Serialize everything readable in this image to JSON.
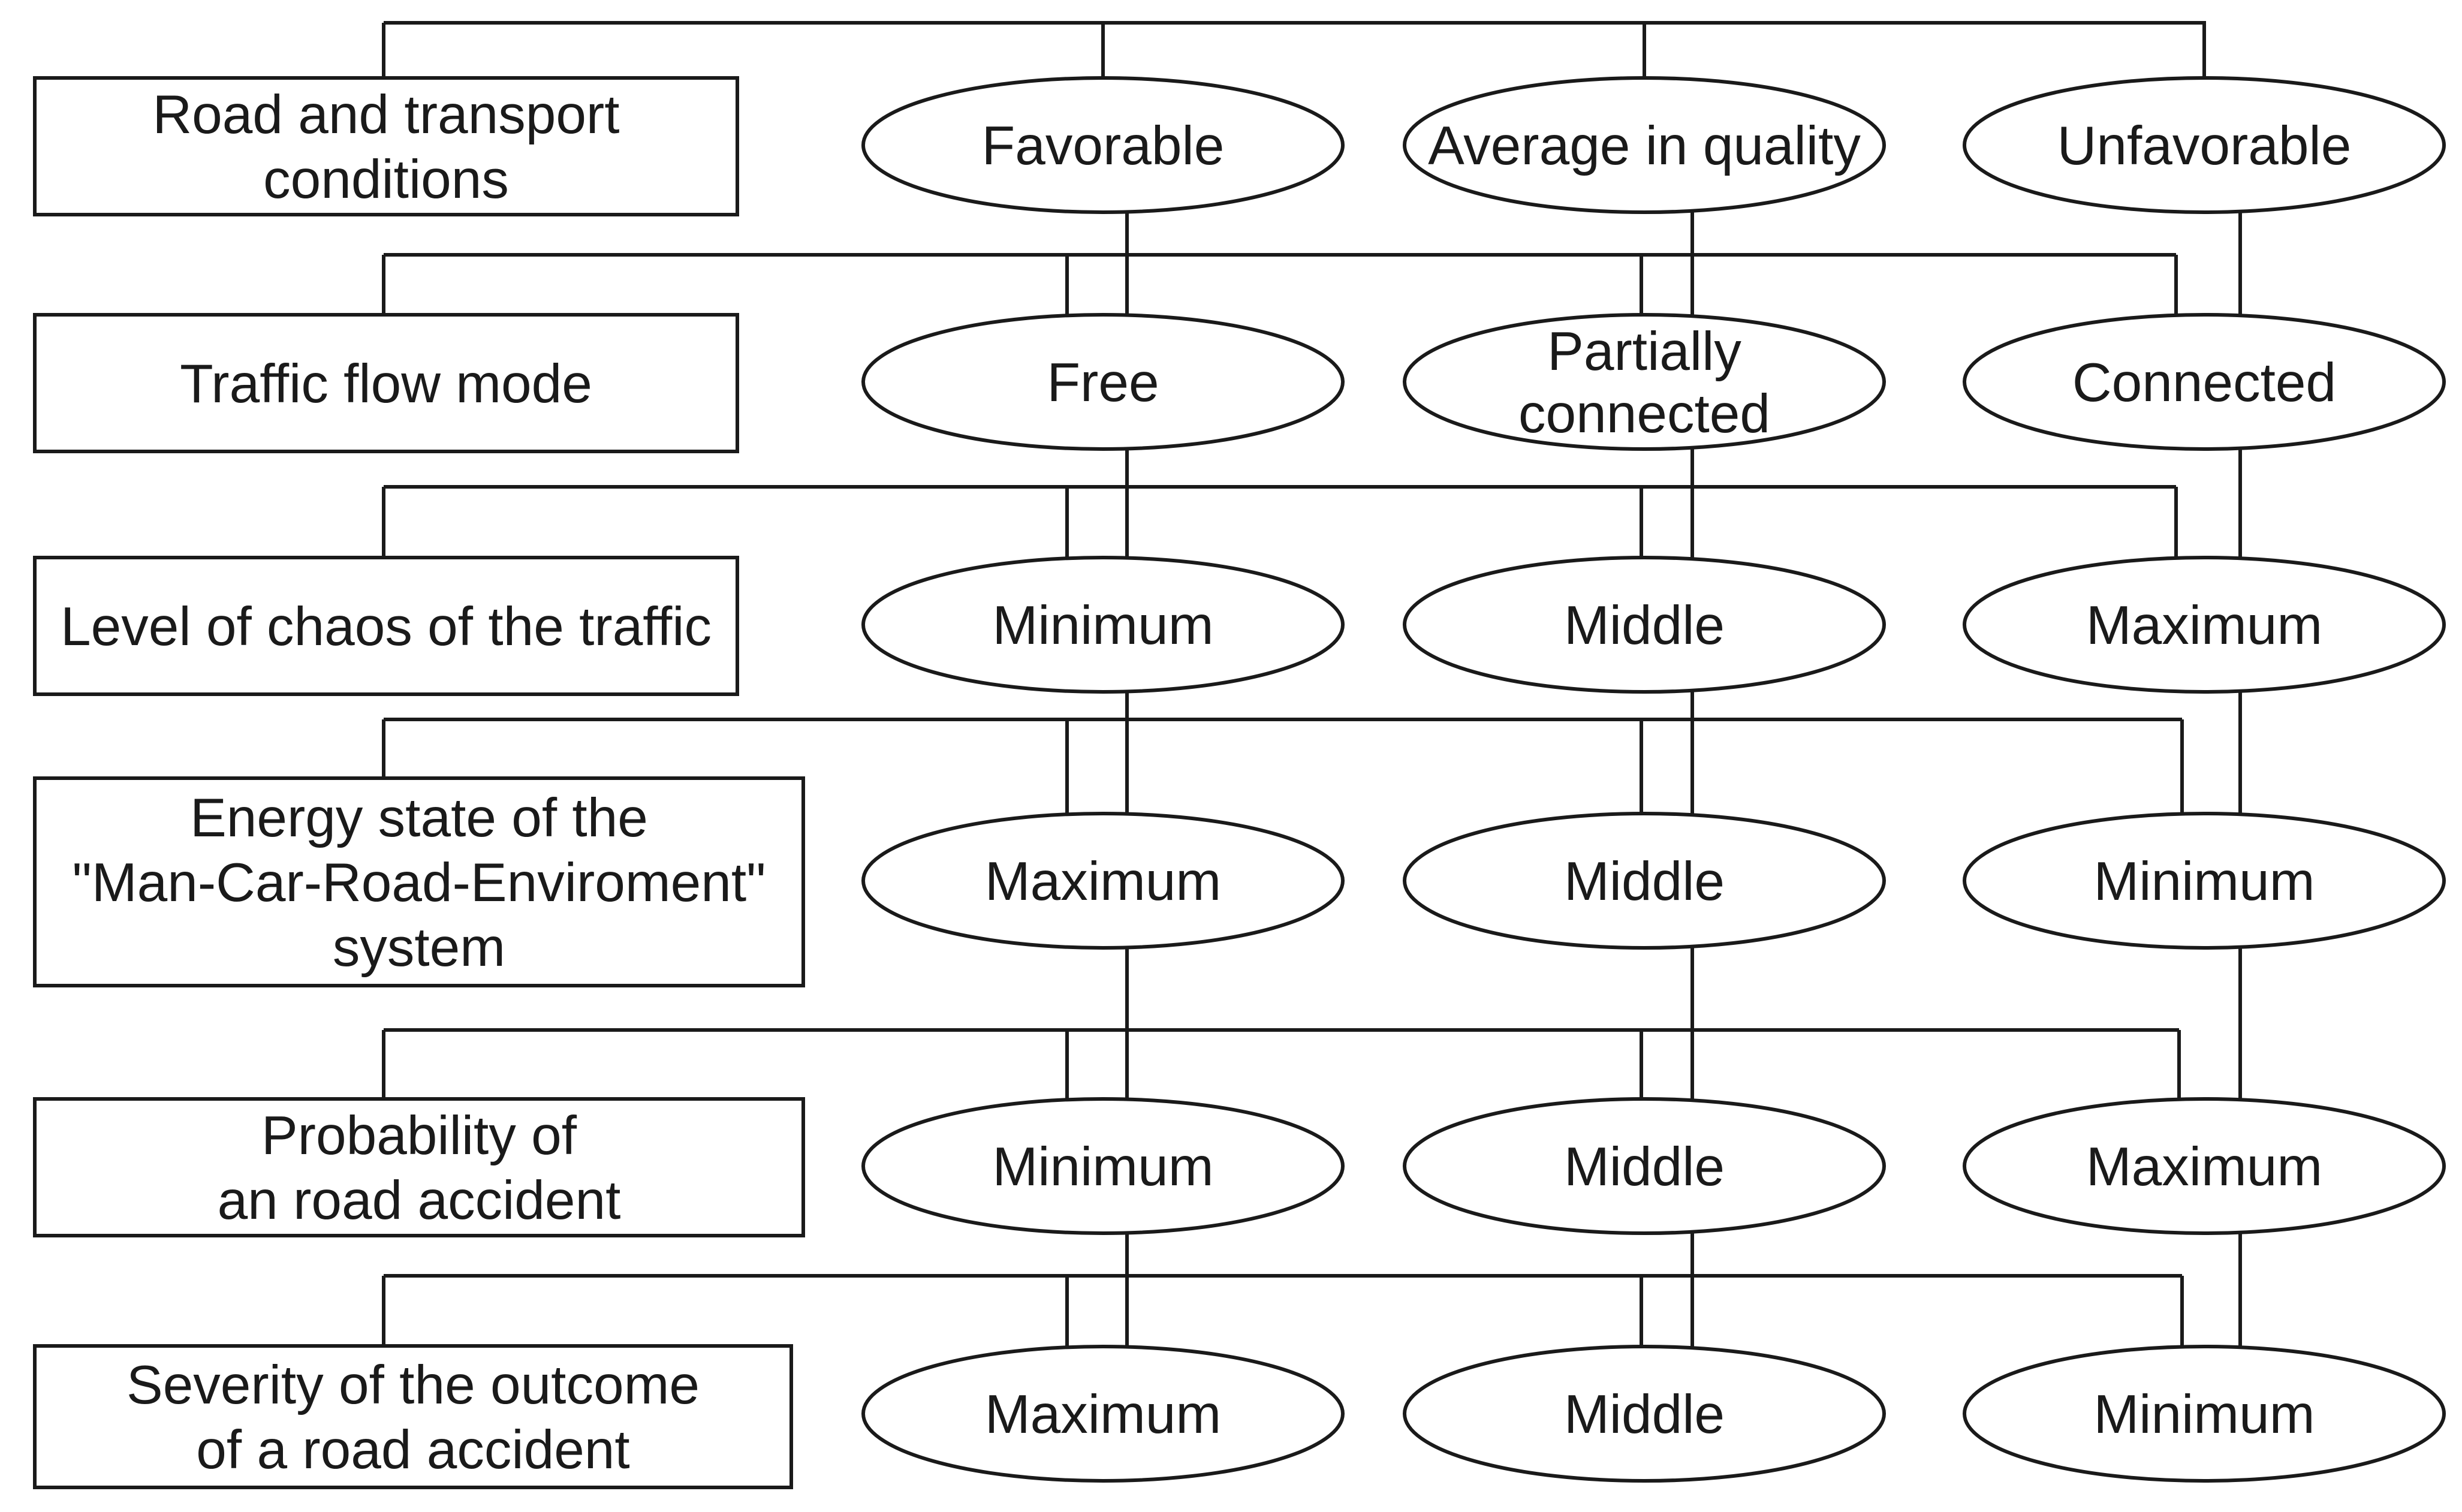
{
  "rows": [
    {
      "label": [
        "Road and transport",
        "conditions"
      ],
      "options": [
        [
          "Favorable"
        ],
        [
          "Average in quality"
        ],
        [
          "Unfavorable"
        ]
      ]
    },
    {
      "label": [
        "Traffic flow mode"
      ],
      "options": [
        [
          "Free"
        ],
        [
          "Partially",
          "connected"
        ],
        [
          "Connected"
        ]
      ]
    },
    {
      "label": [
        "Level of chaos of the traffic"
      ],
      "options": [
        [
          "Minimum"
        ],
        [
          "Middle"
        ],
        [
          "Maximum"
        ]
      ]
    },
    {
      "label": [
        "Energy state of the",
        "\"Man-Car-Road-Enviroment\"",
        "system"
      ],
      "options": [
        [
          "Maximum"
        ],
        [
          "Middle"
        ],
        [
          "Minimum"
        ]
      ]
    },
    {
      "label": [
        "Probability of",
        "an road accident"
      ],
      "options": [
        [
          "Minimum"
        ],
        [
          "Middle"
        ],
        [
          "Maximum"
        ]
      ]
    },
    {
      "label": [
        "Severity of the outcome",
        "of a road accident"
      ],
      "options": [
        [
          "Maximum"
        ],
        [
          "Middle"
        ],
        [
          "Minimum"
        ]
      ]
    }
  ]
}
